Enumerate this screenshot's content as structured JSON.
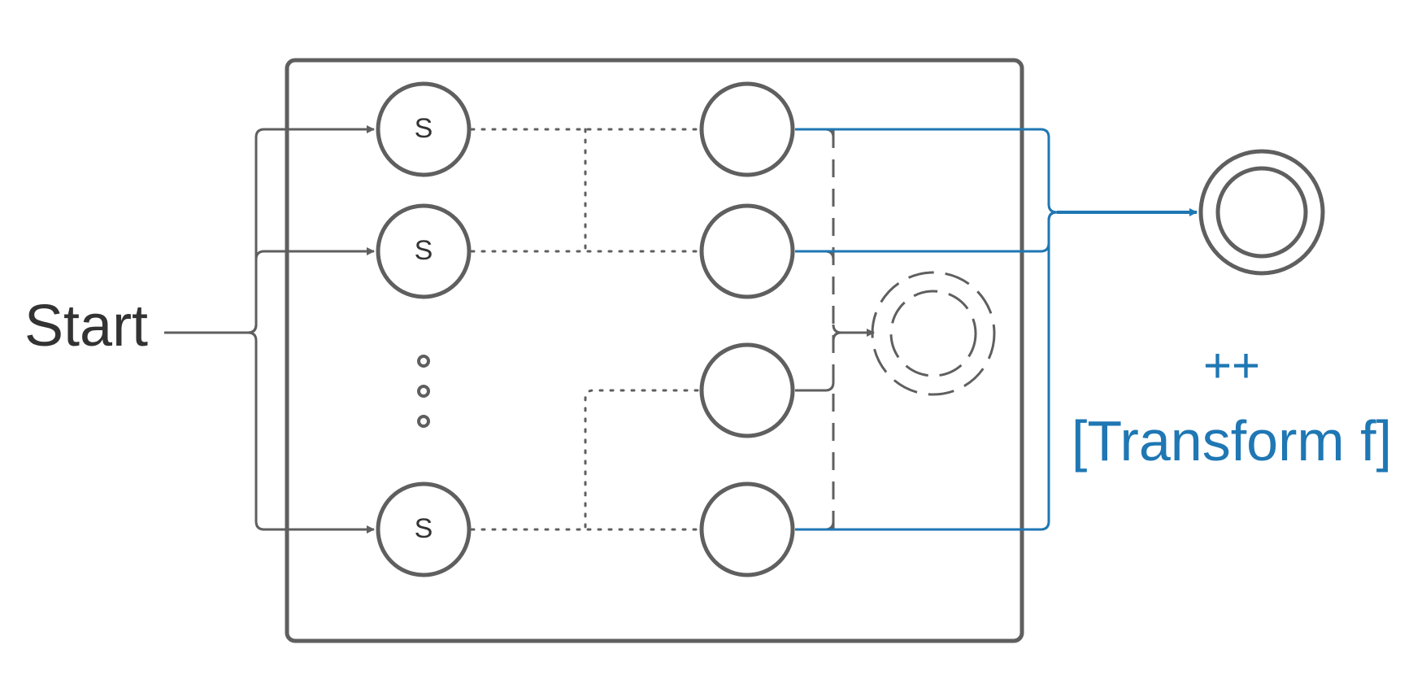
{
  "start_label": "Start",
  "state_label": "S",
  "ellipsis": "⋮",
  "annotation": {
    "line1": "++",
    "line2": "[Transform f]"
  },
  "colors": {
    "stroke": "#5f5f5f",
    "accent": "#1f77b4",
    "text": "#333333"
  }
}
